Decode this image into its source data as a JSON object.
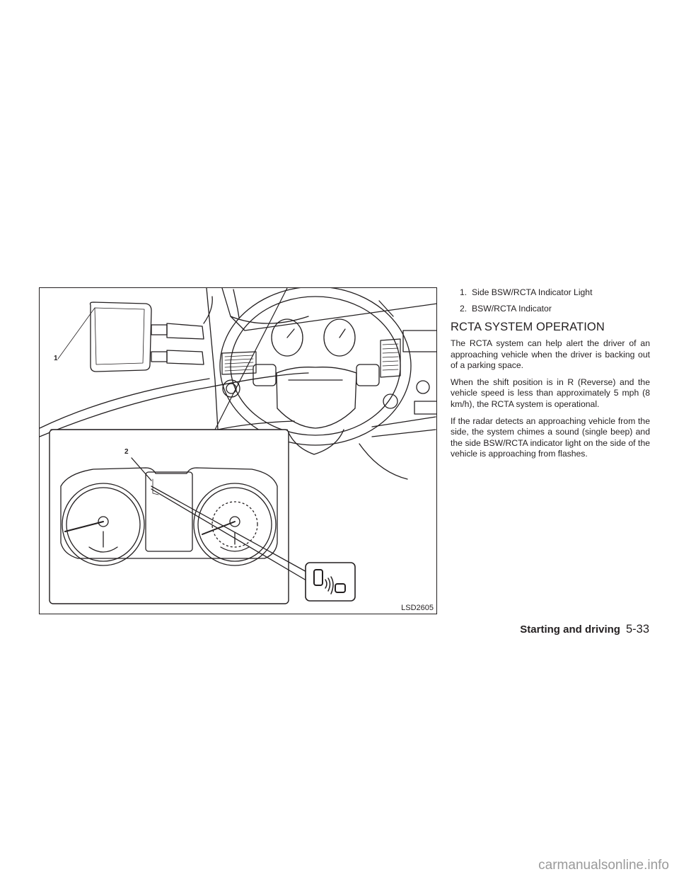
{
  "figure": {
    "code": "LSD2605",
    "callout_1": "1",
    "callout_2": "2"
  },
  "legend": [
    {
      "num": "1.",
      "text": "Side BSW/RCTA Indicator Light"
    },
    {
      "num": "2.",
      "text": "BSW/RCTA Indicator"
    }
  ],
  "section": {
    "heading": "RCTA SYSTEM OPERATION",
    "paragraphs": [
      "The RCTA system can help alert the driver of an approaching vehicle when the driver is backing out of a parking space.",
      "When the shift position is in R (Reverse) and the vehicle speed is less than approximately 5 mph (8 km/h), the RCTA system is operational.",
      "If the radar detects an approaching vehicle from the side, the system chimes a sound (single beep) and the side BSW/RCTA indicator light on the side of the vehicle is approaching from flashes."
    ]
  },
  "footer": {
    "section_name": "Starting and driving",
    "page_number": "5-33"
  },
  "watermark": "carmanualsonline.info"
}
